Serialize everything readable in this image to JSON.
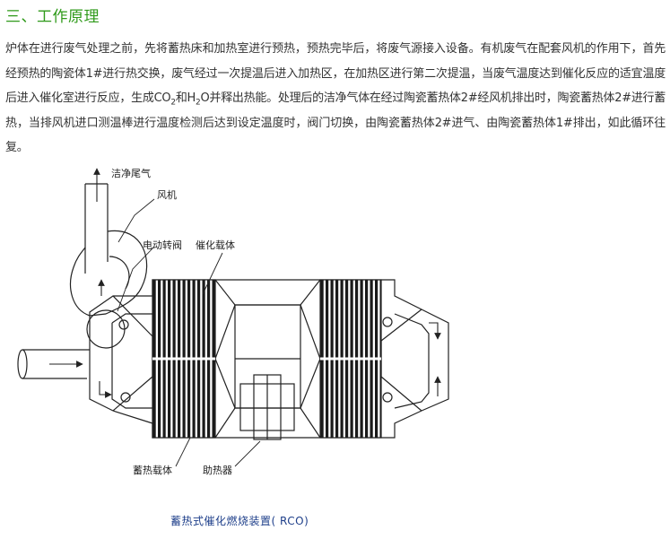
{
  "heading": "三、工作原理",
  "paragraph": {
    "p1": "炉体在进行废气处理之前，先将蓄热床和加热室进行预热，预热完毕后，将废气源接入设备。有机废气在配套风机的作用下，首先经预热的陶瓷体1#进行热交换，废气经过一次提温后进入加热区，在加热区进行第二次提温，当废气温度达到催化反应的适宜温度后进入催化室进行反应，生成CO",
    "sub1": "2",
    "p2": "和H",
    "sub2": "2",
    "p3": "O并释出热能。处理后的洁净气体在经过陶瓷蓄热体2#经风机排出时，陶瓷蓄热体2#进行蓄热，当排风机进口测温棒进行温度检测后达到设定温度时，阀门切换，由陶瓷蓄热体2#进气、由陶瓷蓄热体1#排出，如此循环往复。"
  },
  "diagram": {
    "labels": {
      "clean_exhaust": "洁净尾气",
      "fan": "风机",
      "valve": "电动转阀",
      "catalyst": "催化载体",
      "heat_storage": "蓄热载体",
      "heater": "助热器"
    }
  },
  "caption": {
    "title": "蓄热式催化燃烧装置",
    "code": "( RCO)"
  }
}
